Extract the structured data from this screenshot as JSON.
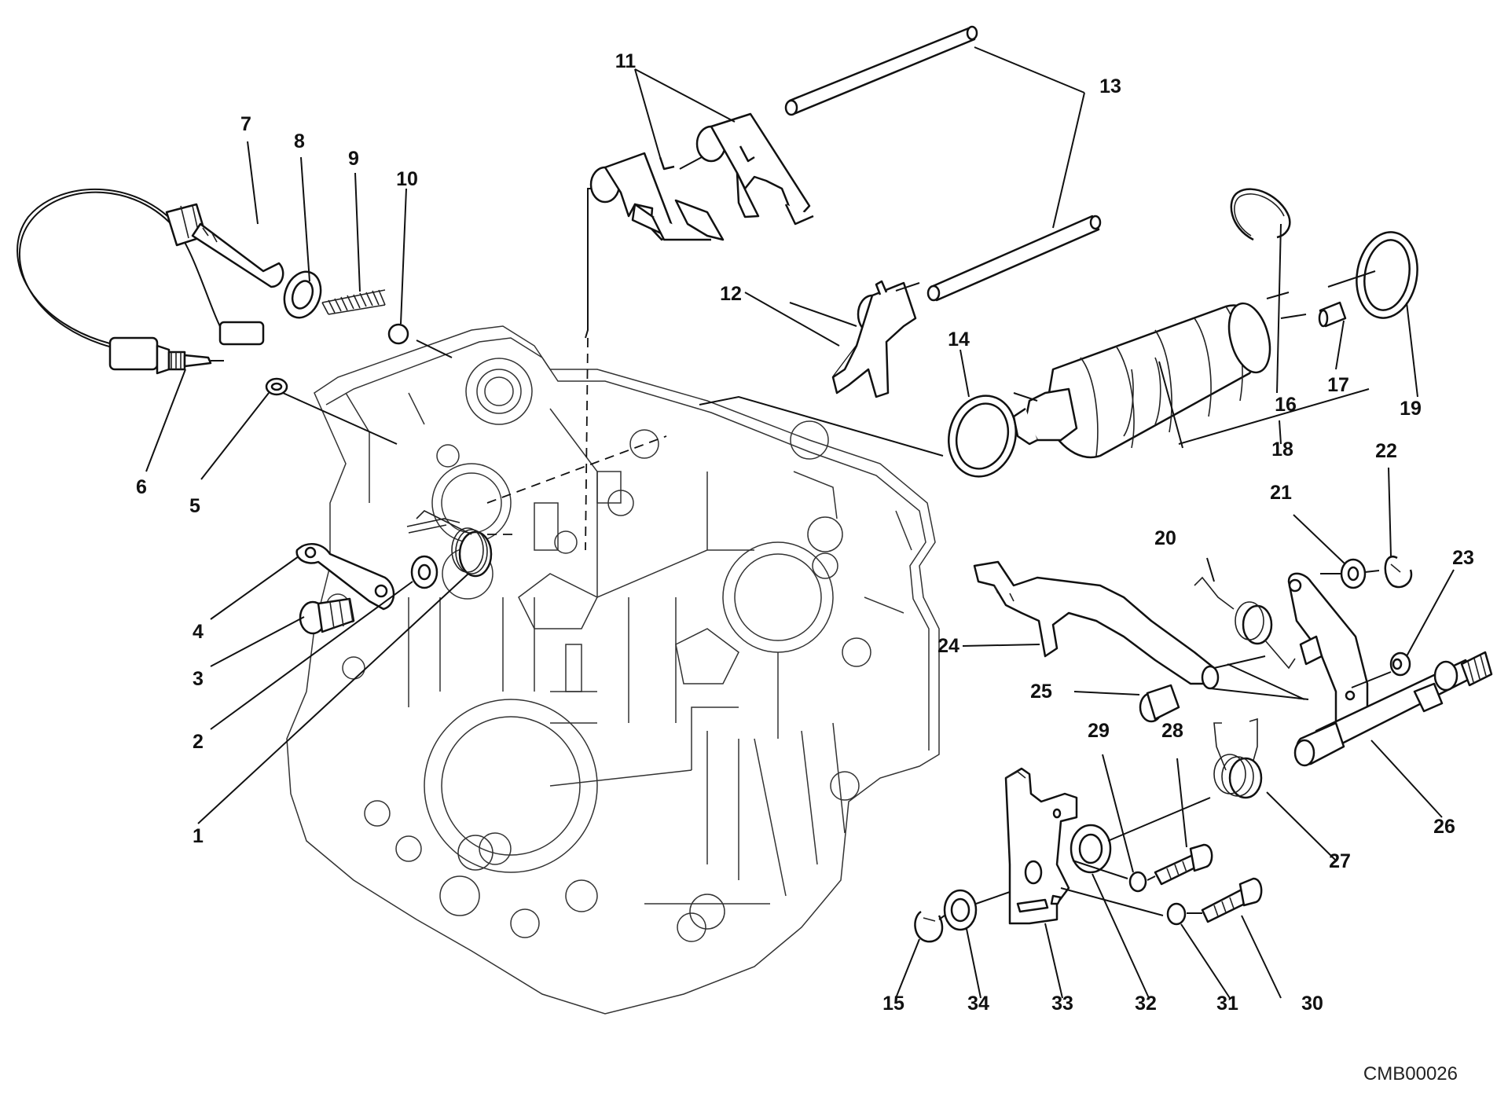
{
  "labels": {
    "n1": "1",
    "n2": "2",
    "n3": "3",
    "n4": "4",
    "n5": "5",
    "n6": "6",
    "n7": "7",
    "n8": "8",
    "n9": "9",
    "n10": "10",
    "n11": "11",
    "n12": "12",
    "n13": "13",
    "n14": "14",
    "n15": "15",
    "n16": "16",
    "n17": "17",
    "n18": "18",
    "n19": "19",
    "n20": "20",
    "n21": "21",
    "n22": "22",
    "n23": "23",
    "n24": "24",
    "n25": "25",
    "n26": "26",
    "n27": "27",
    "n28": "28",
    "n29": "29",
    "n30": "30",
    "n31": "31",
    "n32": "32",
    "n33": "33",
    "n34": "34"
  },
  "drawing_code": "CMB00026"
}
